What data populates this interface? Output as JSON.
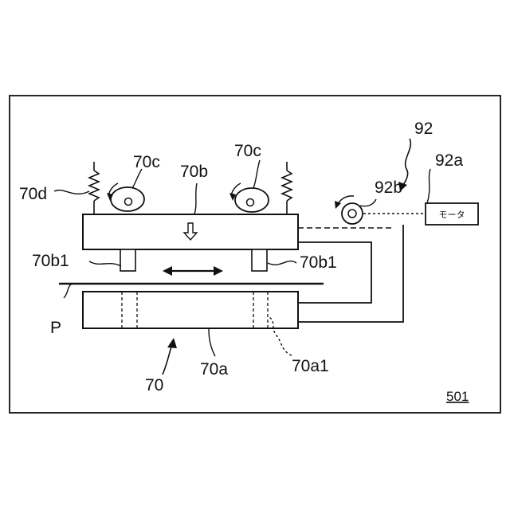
{
  "figure": {
    "number": "501"
  },
  "labels": {
    "device": "70",
    "lower_member": "70a",
    "lower_member_marks": "70a1",
    "upper_member": "70b",
    "upper_feet": "70b1",
    "cam": "70c",
    "spring": "70d",
    "sheet": "P",
    "drive_unit": "92",
    "motor": "92a",
    "motor_box_text": "モータ",
    "pulley": "92b"
  },
  "colors": {
    "line": "#111111",
    "background": "#ffffff"
  }
}
